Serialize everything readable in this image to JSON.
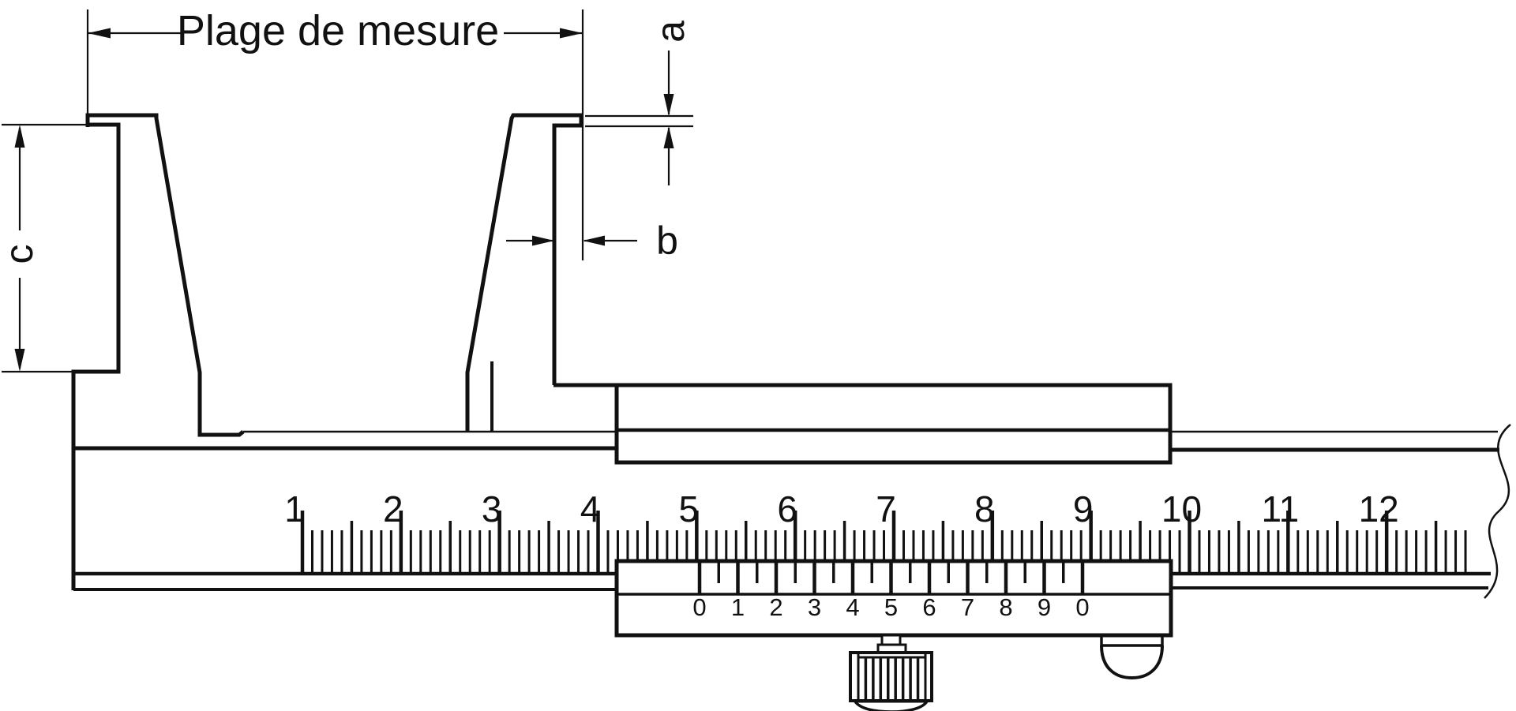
{
  "drawing": {
    "title_dimension_label": "Plage de mesure",
    "dimension_labels": {
      "a": "a",
      "b": "b",
      "c": "c"
    },
    "main_scale": {
      "unit_numbers": [
        "1",
        "2",
        "3",
        "4",
        "5",
        "6",
        "7",
        "8",
        "9",
        "10",
        "11",
        "12"
      ]
    },
    "vernier_scale": {
      "numbers": [
        "0",
        "1",
        "2",
        "3",
        "4",
        "5",
        "6",
        "7",
        "8",
        "9",
        "0"
      ]
    },
    "colors": {
      "line": "#111111",
      "background": "#ffffff"
    }
  }
}
